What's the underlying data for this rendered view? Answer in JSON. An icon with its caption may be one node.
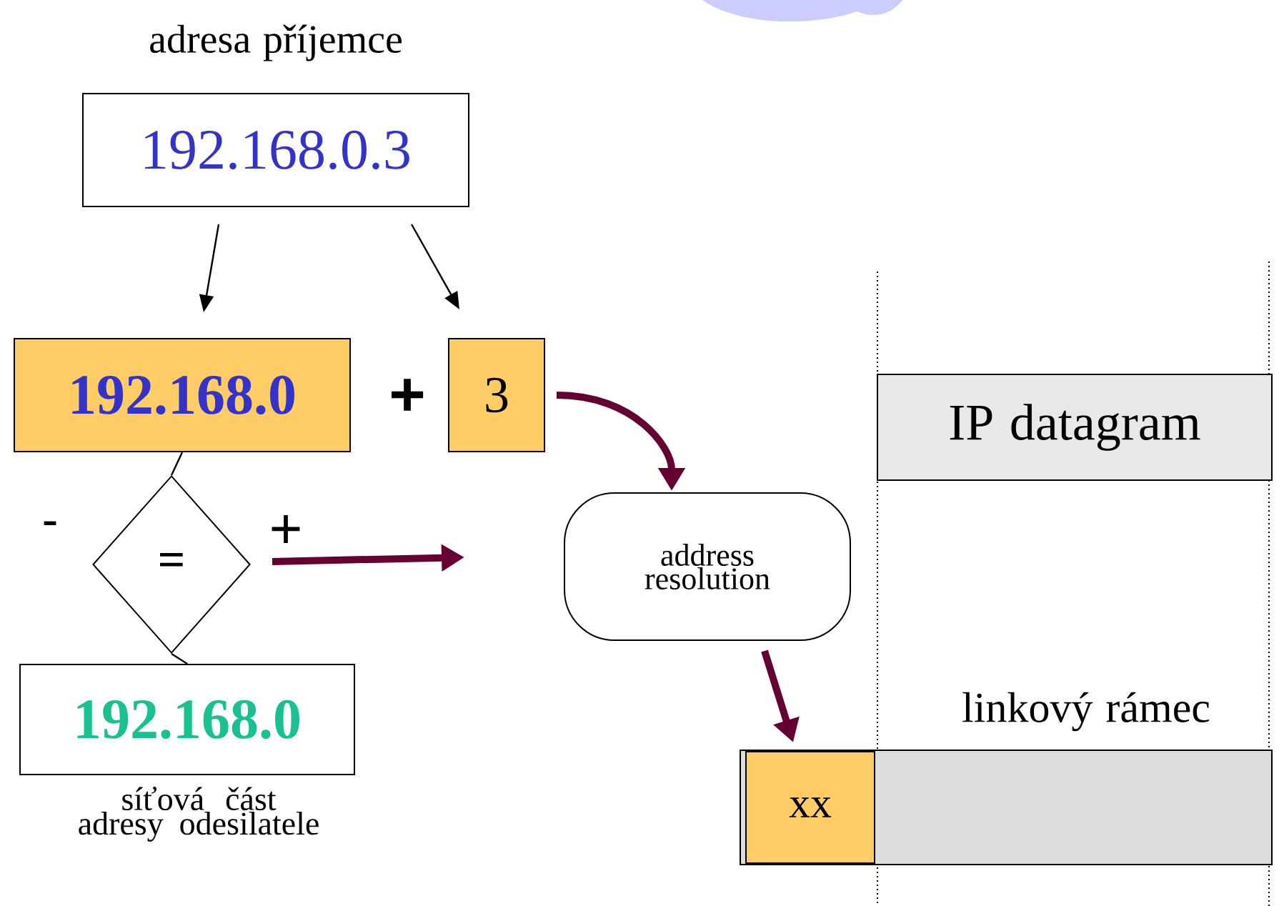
{
  "diagram": {
    "nodes": [
      {
        "text": [
          "adresa příjemce",
          "192.168.0.3"
        ]
      },
      {
        "text": [
          "192.168.0"
        ]
      },
      {
        "text": [
          "3"
        ]
      },
      {
        "text": [
          "="
        ]
      },
      {
        "text": [
          "192.168.0"
        ],
        "beside": [
          "síťová část adresy odesilatele"
        ]
      },
      {
        "text": [
          "address resolution"
        ]
      },
      {
        "text": [
          "IP datagram"
        ]
      },
      {
        "text": [
          "linkový rámec"
        ]
      },
      {
        "text": [
          "xx"
        ],
        "in": 7
      },
      {
        "text": [],
        "shape": "cloud"
      }
    ],
    "edges": [
      {
        "from": 0,
        "to": 1,
        "arrow": "to"
      },
      {
        "from": 0,
        "to": 2,
        "arrow": "to"
      },
      {
        "from": 2,
        "to": 5,
        "arrow": "to",
        "style": "thick",
        "color": "#660033"
      },
      {
        "from": 1,
        "to": 3,
        "arrow": "none"
      },
      {
        "from": 3,
        "to": 4,
        "arrow": "none"
      },
      {
        "from": 3,
        "to": null,
        "arrow": "to",
        "style": "thick",
        "color": "#660033"
      },
      {
        "from": 5,
        "to": 8,
        "arrow": "to",
        "style": "thick",
        "color": "#660033"
      }
    ],
    "labels": [
      "+",
      "-",
      "+"
    ]
  }
}
